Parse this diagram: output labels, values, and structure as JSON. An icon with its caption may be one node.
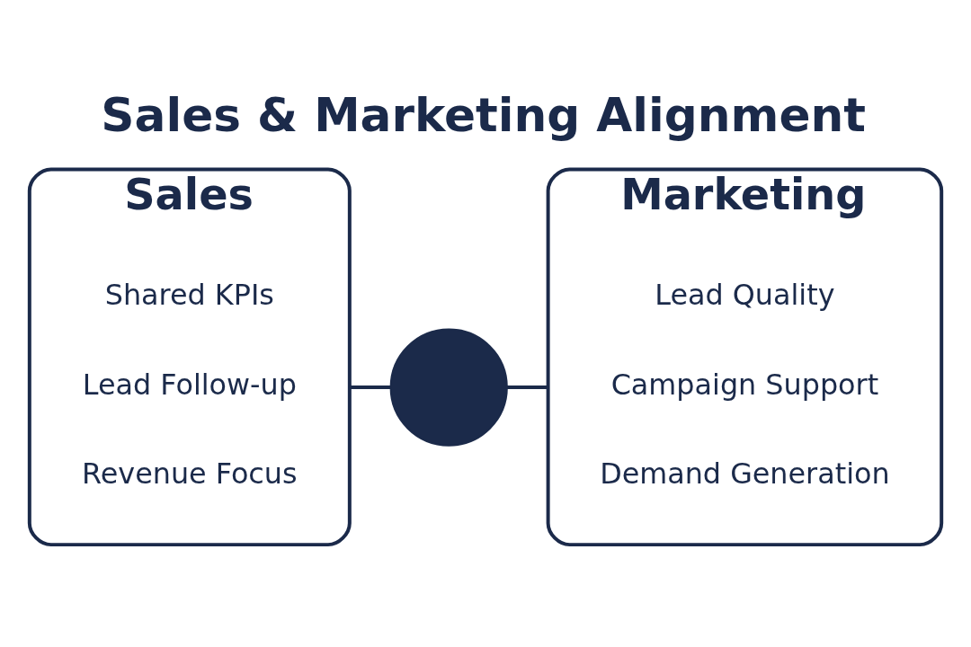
{
  "diagram": {
    "title": "Sales & Marketing Alignment",
    "nodes": [
      {
        "text": [
          "Sales"
        ]
      },
      {
        "text": [
          "Shared KPIs"
        ],
        "in": 0
      },
      {
        "text": [
          "Lead Follow-up"
        ],
        "in": 0
      },
      {
        "text": [
          "Revenue Focus"
        ],
        "in": 0
      },
      {
        "text": [],
        "shape": "circle"
      },
      {
        "text": [
          "Marketing"
        ]
      },
      {
        "text": [
          "Lead Quality"
        ],
        "in": 5
      },
      {
        "text": [
          "Campaign Support"
        ],
        "in": 5
      },
      {
        "text": [
          "Demand Generation"
        ],
        "in": 5
      }
    ],
    "edges": [
      {
        "from": 0,
        "to": 4,
        "arrow": "none"
      },
      {
        "from": 4,
        "to": 5,
        "arrow": "none"
      }
    ]
  }
}
